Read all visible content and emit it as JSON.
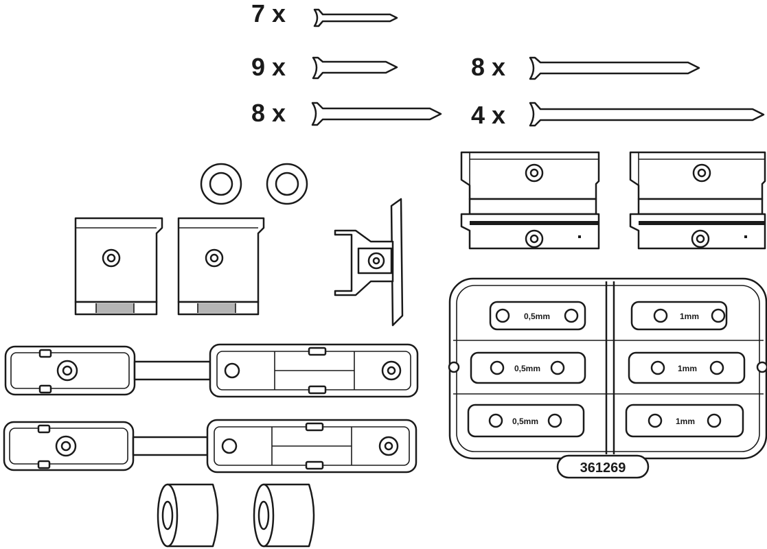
{
  "screws": [
    {
      "quantity": "7 x"
    },
    {
      "quantity": "9 x"
    },
    {
      "quantity": "8 x"
    },
    {
      "quantity": "8 x"
    },
    {
      "quantity": "4 x"
    }
  ],
  "spacer_sheet": {
    "shims": [
      "0,5mm",
      "1mm",
      "0,5mm",
      "1mm",
      "0,5mm",
      "1mm"
    ],
    "part_number": "361269"
  },
  "colors": {
    "line": "#1a1a1a",
    "fill": "#ffffff",
    "shade": "#b4b4b4"
  }
}
